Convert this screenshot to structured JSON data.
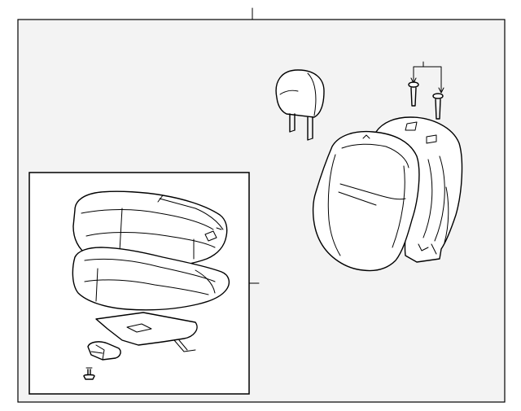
{
  "diagram": {
    "colors": {
      "panel_fill": "#f3f3f3",
      "line": "#000000",
      "inset_fill": "#ffffff"
    },
    "parts": [
      "headrest",
      "seat-back-cover",
      "seat-back-frame",
      "clip-fasteners",
      "seat-cushion-cover",
      "seat-cushion-pad",
      "cushion-base-plate",
      "seat-bracket",
      "screw"
    ]
  }
}
